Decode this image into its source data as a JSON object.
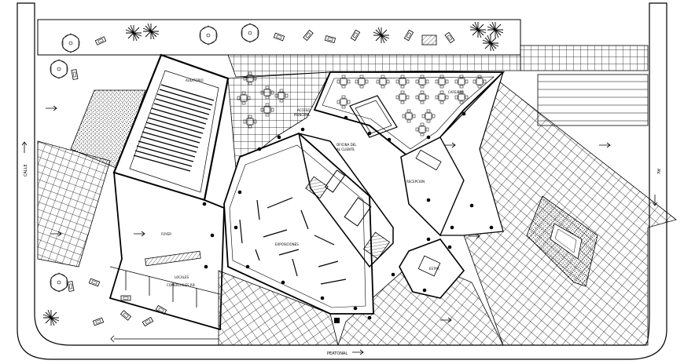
{
  "labels": {
    "auditorio": "AUDITORIO",
    "cafe_bar": "CAFE/BAR",
    "acceso": "ACCESO",
    "principal": "PRINCIPAL",
    "oficina_del": "OFICINA DEL",
    "cliente": "AL CLIENTE",
    "recepcion": "RECEPCION",
    "foyer": "FOYER",
    "locales": "LOCALES",
    "comerciales": "COMERCIALES P.B.",
    "exposiciones": "EXPOSICIONES",
    "estar": "ESTAR"
  },
  "streets": {
    "bottom": "PEATONAL",
    "left": "CALLE",
    "right": "AV."
  },
  "icons": [
    "tree-icon",
    "palm-icon",
    "bench-icon",
    "north-arrow-icon",
    "column-icon"
  ]
}
